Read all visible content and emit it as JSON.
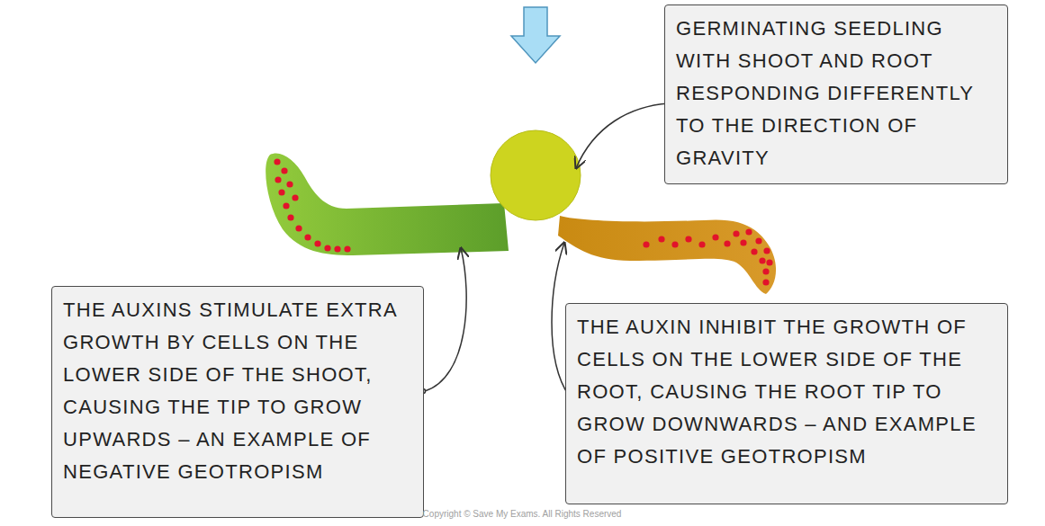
{
  "diagram": {
    "nodes": [
      {
        "text": [
          "GERMINATING SEEDLING WITH SHOOT AND ROOT RESPONDING DIFFERENTLY TO THE DIRECTION OF GRAVITY"
        ]
      },
      {
        "text": [
          "THE AUXINS STIMULATE EXTRA GROWTH BY CELLS ON THE LOWER SIDE OF THE SHOOT, CAUSING THE TIP TO GROW UPWARDS – AN EXAMPLE OF NEGATIVE GEOTROPISM"
        ]
      },
      {
        "text": [
          "THE AUXIN INHIBIT THE GROWTH OF CELLS ON THE LOWER SIDE OF THE ROOT, CAUSING THE ROOT TIP TO GROW DOWNWARDS – AND EXAMPLE OF POSITIVE GEOTROPISM"
        ]
      }
    ],
    "labels": [
      "Copyright © Save My Exams. All Rights Reserved"
    ]
  }
}
